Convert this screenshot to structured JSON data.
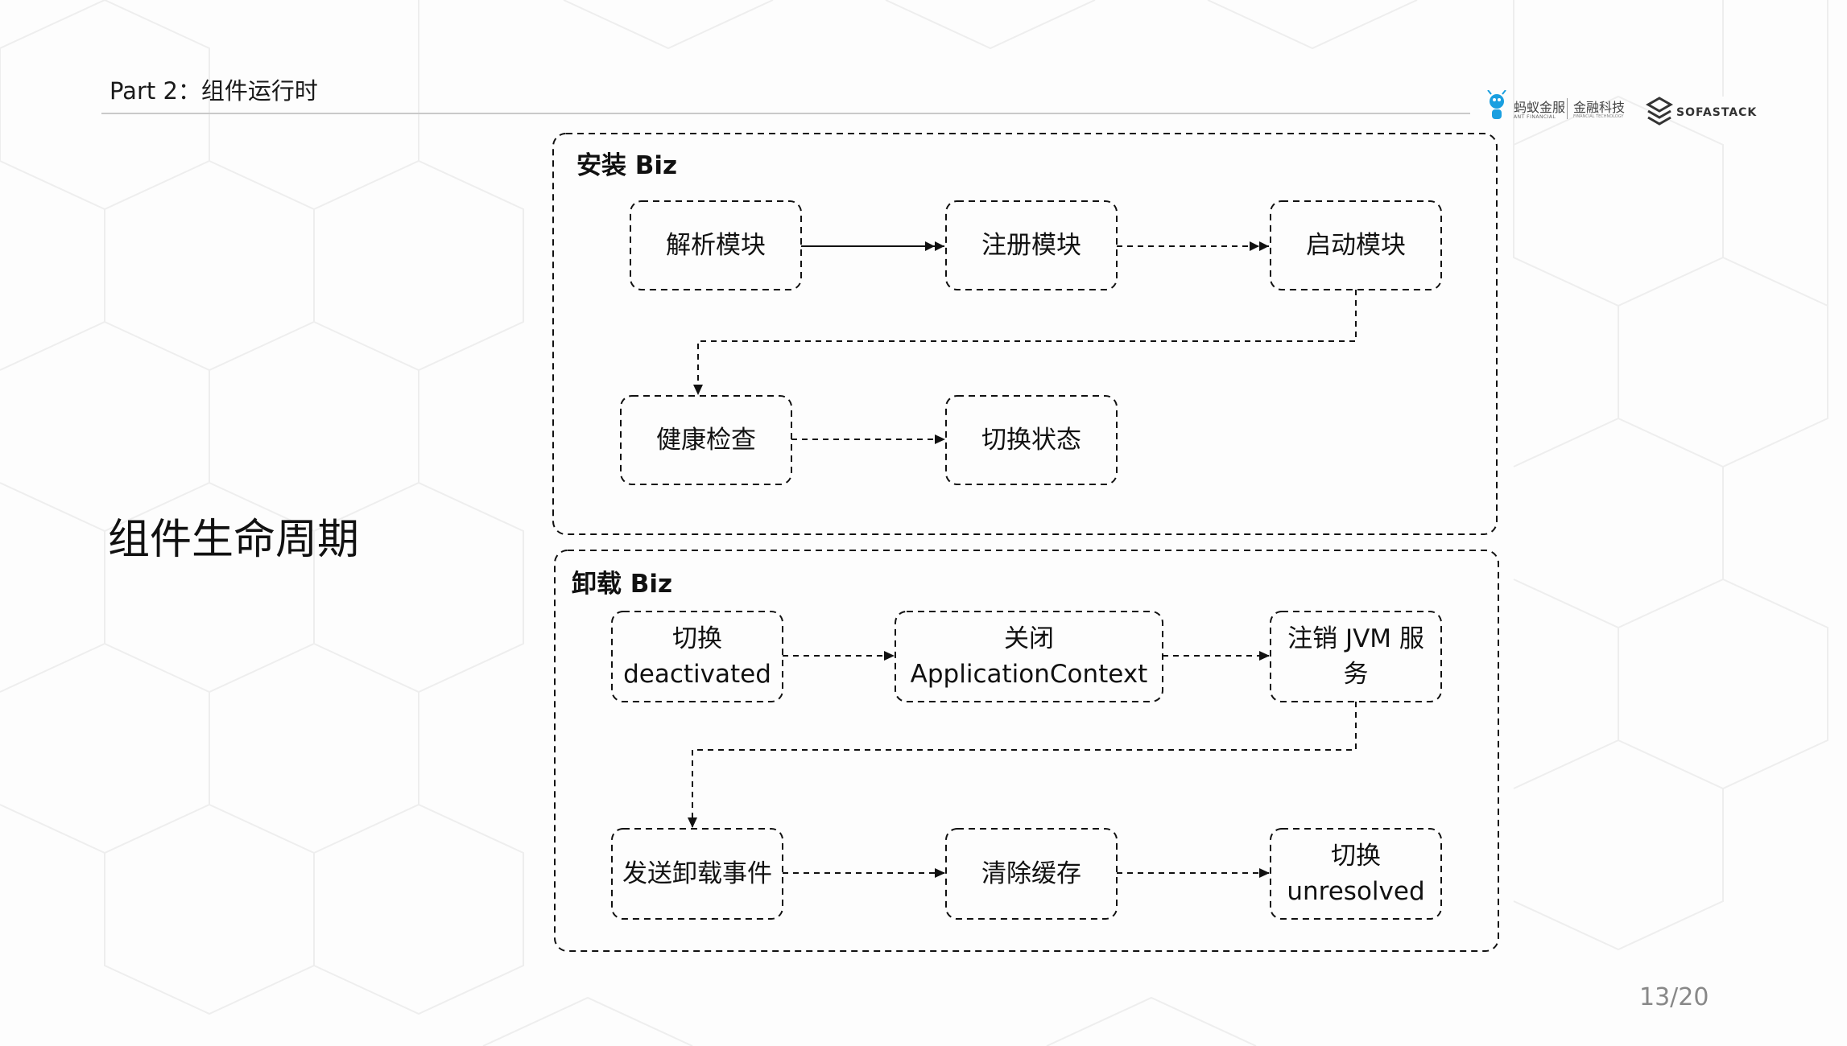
{
  "header": {
    "title": "Part 2：组件运行时"
  },
  "logos": {
    "ant_name": "蚂蚁金服",
    "ant_sub": "ANT FINANCIAL",
    "fin_name": "金融科技",
    "fin_sub": "FINANCIAL TECHNOLOGY",
    "sofa_name": "SOFASTACK"
  },
  "side_title": "组件生命周期",
  "page_number": "13/20",
  "install": {
    "label": "安装 Biz",
    "nodes": {
      "parse": "解析模块",
      "register": "注册模块",
      "start": "启动模块",
      "health": "健康检查",
      "switch": "切换状态"
    }
  },
  "uninstall": {
    "label": "卸载 Biz",
    "nodes": {
      "deactivate_l1": "切换",
      "deactivate_l2": "deactivated",
      "close_l1": "关闭",
      "close_l2": "ApplicationContext",
      "unregister_l1": "注销 JVM 服",
      "unregister_l2": "务",
      "event": "发送卸载事件",
      "clear": "清除缓存",
      "unresolved_l1": "切换",
      "unresolved_l2": "unresolved"
    }
  },
  "colors": {
    "stroke": "#111111",
    "rule": "#c9c9c9",
    "page_number": "#888888"
  }
}
